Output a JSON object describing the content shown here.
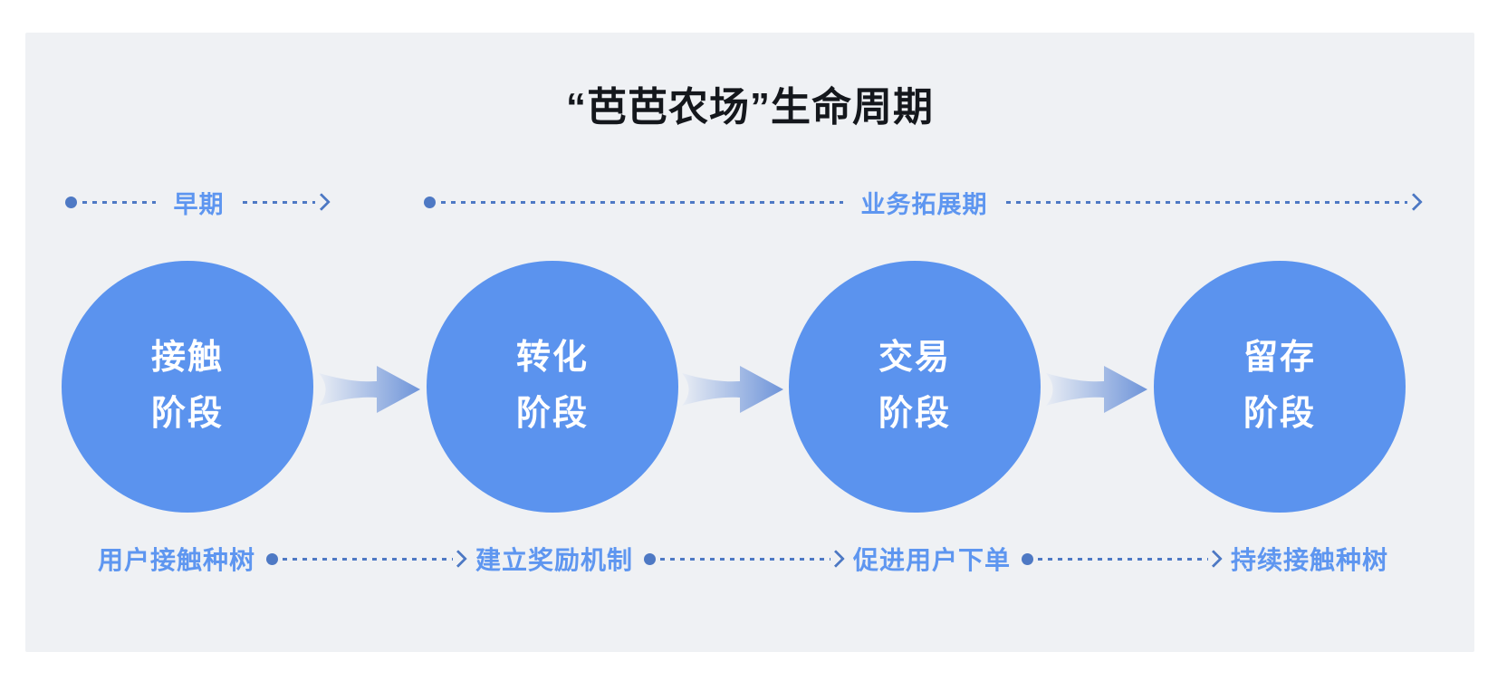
{
  "title": "“芭芭农场”生命周期",
  "colors": {
    "card_bg": "#EFF1F4",
    "title_color": "#14171c",
    "circle": "#5B93EE",
    "line": "#4E79C4",
    "label": "#5E96F0",
    "arrow_from": "#E9EDF4",
    "arrow_to": "#6E94D9"
  },
  "timeline": {
    "phases": [
      {
        "label": "早期"
      },
      {
        "label": "业务拓展期"
      }
    ]
  },
  "stages": [
    {
      "line1": "接触",
      "line2": "阶段",
      "note": "用户接触种树"
    },
    {
      "line1": "转化",
      "line2": "阶段",
      "note": "建立奖励机制"
    },
    {
      "line1": "交易",
      "line2": "阶段",
      "note": "促进用户下单"
    },
    {
      "line1": "留存",
      "line2": "阶段",
      "note": "持续接触种树"
    }
  ]
}
